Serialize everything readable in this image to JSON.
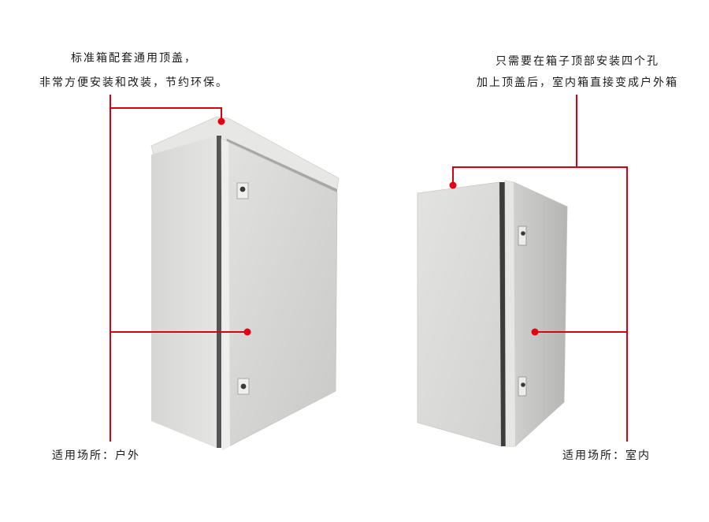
{
  "left_panel": {
    "caption_lines": [
      "标准箱配套通用顶盖，",
      "非常方便安装和改装，节约环保。"
    ],
    "usage_label": "适用场所：户外",
    "product": "outdoor-enclosure-with-top-cover"
  },
  "right_panel": {
    "caption_lines": [
      "只需要在箱子顶部安装四个孔",
      "加上顶盖后，室内箱直接变成户外箱"
    ],
    "usage_label": "适用场所：室内",
    "product": "indoor-enclosure"
  },
  "colors": {
    "accent_red": "#d7000f",
    "dot_red": "#e60012",
    "cabinet_gray": "#d9d9d7",
    "background": "#ffffff"
  }
}
